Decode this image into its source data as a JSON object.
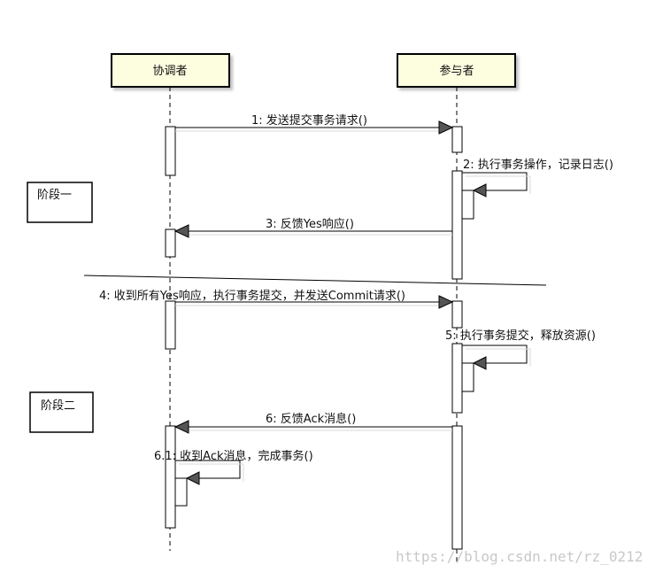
{
  "participants": {
    "coordinator": "协调者",
    "participant": "参与者"
  },
  "phases": {
    "phase1": "阶段一",
    "phase2": "阶段二"
  },
  "messages": {
    "m1": "1: 发送提交事务请求()",
    "m2": "2: 执行事务操作，记录日志()",
    "m3": "3: 反馈Yes响应()",
    "m4": "4: 收到所有Yes响应，执行事务提交，并发送Commit请求()",
    "m5": "5: 执行事务提交，释放资源()",
    "m6": "6: 反馈Ack消息()",
    "m61": "6.1: 收到Ack消息，完成事务()"
  },
  "watermark": "https://blog.csdn.net/rz_0212",
  "colors": {
    "participant_fill": "#fdfde0",
    "line": "#000000",
    "arrowhead": "#555555"
  }
}
